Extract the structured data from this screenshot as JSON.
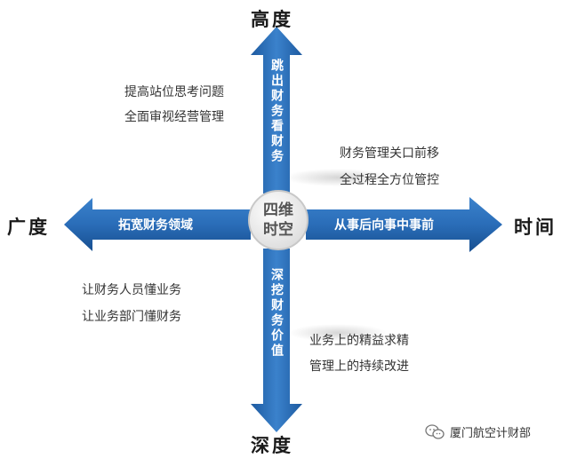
{
  "axes": {
    "top": "高度",
    "bottom": "深度",
    "left": "广度",
    "right": "时间"
  },
  "arrows": {
    "up": "跳出财务看财务",
    "down": "深挖财务价值",
    "left": "拓宽财务领域",
    "right": "从事后向事中事前"
  },
  "center": "四维时空",
  "quadrants": {
    "top_left": [
      "提高站位思考问题",
      "全面审视经营管理"
    ],
    "top_right": [
      "财务管理关口前移",
      "全过程全方位管控"
    ],
    "bottom_left": [
      "让财务人员懂业务",
      "让业务部门懂财务"
    ],
    "bottom_right": [
      "业务上的精益求精",
      "管理上的持续改进"
    ]
  },
  "watermark": "厦门航空计财部",
  "colors": {
    "arrow_dark": "#1f5fa8",
    "arrow_light": "#5a9ad8",
    "center_fill": "#f2f2f2"
  }
}
